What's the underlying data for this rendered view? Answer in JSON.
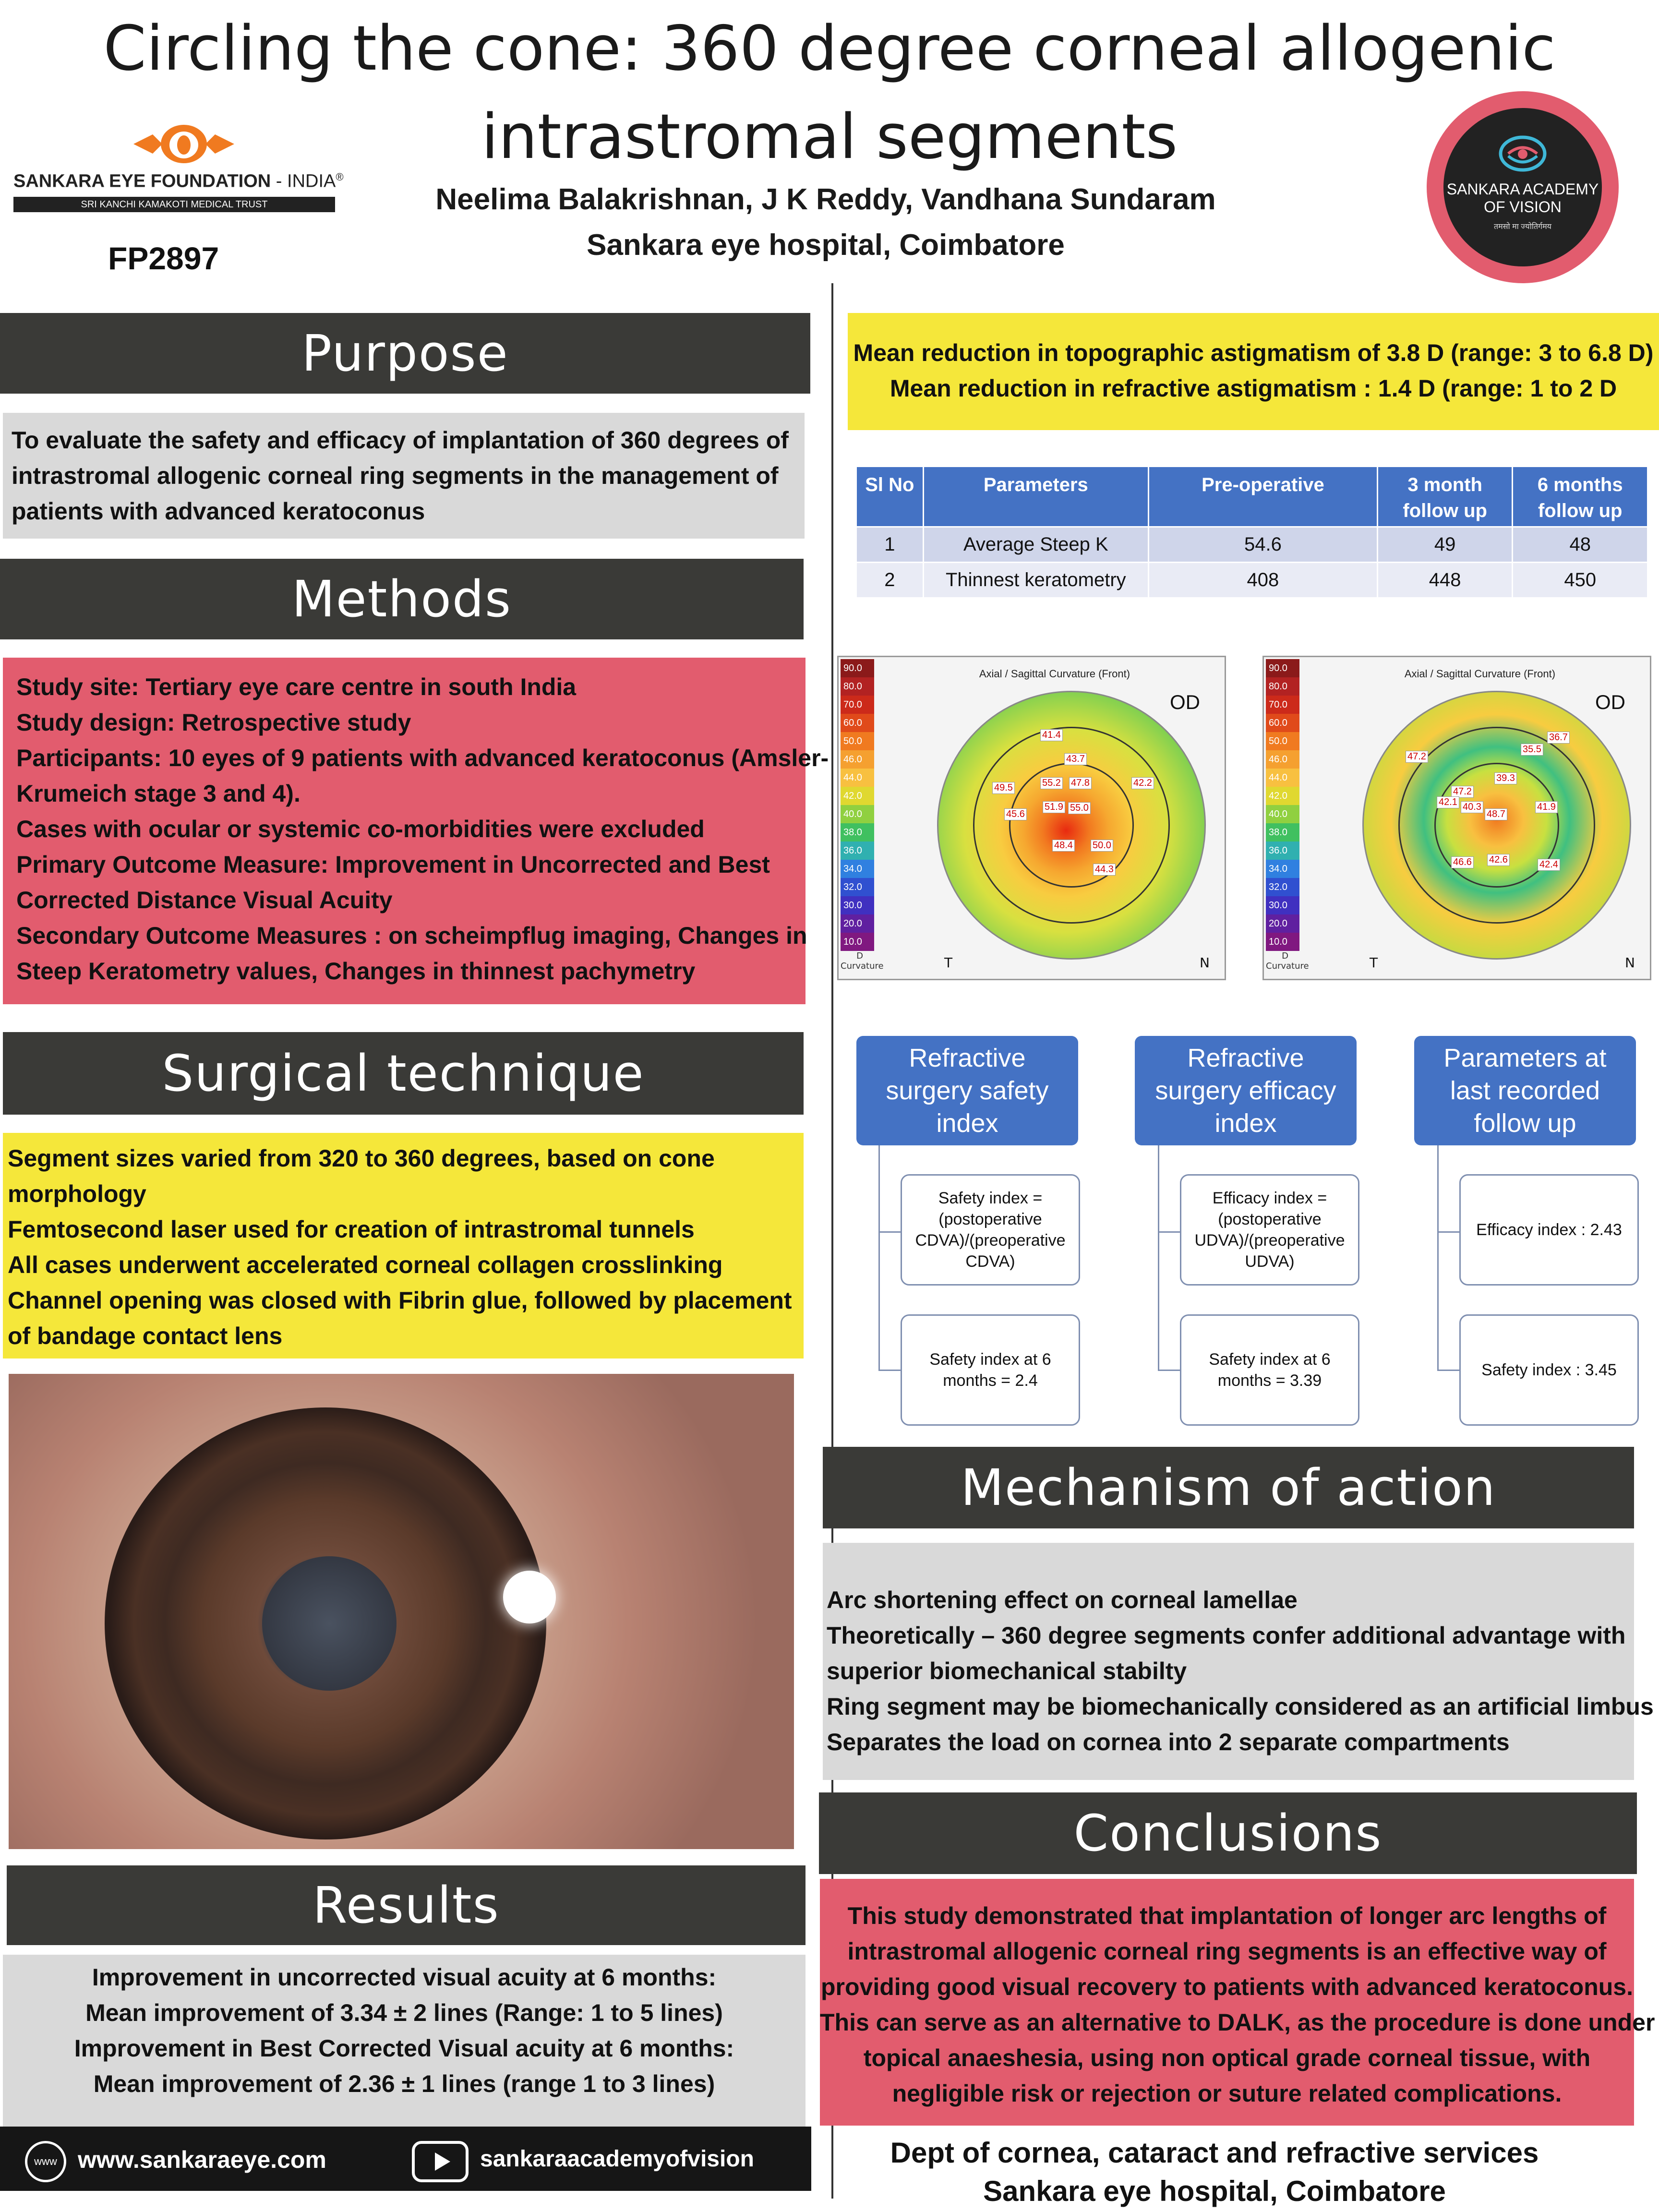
{
  "header": {
    "title_line1": "Circling the cone: 360 degree corneal allogenic",
    "title_line2": "intrastromal segments",
    "authors": "Neelima Balakrishnan, J K Reddy, Vandhana Sundaram",
    "affiliation": "Sankara eye hospital, Coimbatore",
    "logo_left_name": "SANKARA EYE FOUNDATION",
    "logo_left_country": "- INDIA",
    "logo_left_reg": "®",
    "logo_left_trust": "SRI KANCHI KAMAKOTI MEDICAL TRUST",
    "poster_code": "FP2897",
    "logo_right_line1": "SANKARA ACADEMY",
    "logo_right_line2": "OF VISION",
    "logo_right_tagline": "तमसो मा ज्योतिर्गमय"
  },
  "purpose": {
    "heading": "Purpose",
    "lines": [
      "To evaluate the safety and efficacy of implantation of 360 degrees of",
      "intrastromal allogenic corneal ring segments in the management of",
      "patients with advanced keratoconus"
    ]
  },
  "methods": {
    "heading": "Methods",
    "lines": [
      "Study site: Tertiary eye care centre in south India",
      "Study design: Retrospective study",
      "Participants: 10 eyes of 9 patients with advanced keratoconus (Amsler-",
      "Krumeich stage 3 and 4).",
      "Cases with ocular or systemic co-morbidities were excluded",
      "Primary Outcome Measure: Improvement in Uncorrected and Best",
      "Corrected Distance Visual Acuity",
      "Secondary Outcome Measures : on scheimpflug imaging, Changes in",
      "Steep Keratometry values, Changes in thinnest pachymetry"
    ]
  },
  "surgical": {
    "heading": "Surgical technique",
    "lines": [
      "Segment sizes varied from 320 to 360 degrees, based on cone",
      "morphology",
      "Femtosecond laser used for creation of intrastromal tunnels",
      "All cases underwent accelerated corneal collagen crosslinking",
      "Channel opening was closed with Fibrin glue, followed by placement",
      "of bandage contact lens"
    ]
  },
  "results": {
    "heading": "Results",
    "lines": [
      "Improvement in uncorrected visual acuity at 6 months:",
      "Mean improvement of 3.34 ± 2 lines (Range: 1 to 5 lines)",
      "Improvement in Best Corrected Visual acuity at 6 months:",
      "Mean improvement of 2.36 ± 1 lines (range 1 to 3 lines)"
    ]
  },
  "footer": {
    "www_label": "www",
    "website": "www.sankaraeye.com",
    "channel": "sankaraacademyofvision",
    "dept": "Dept of cornea, cataract and refractive services",
    "hospital": "Sankara eye hospital, Coimbatore"
  },
  "astig": {
    "line1": "Mean reduction in topographic astigmatism of 3.8 D (range: 3 to 6.8 D)",
    "line2": "Mean reduction in refractive astigmatism : 1.4 D (range: 1 to 2 D"
  },
  "table": {
    "headers": [
      "Sl No",
      "Parameters",
      "Pre-operative",
      "3 month follow up",
      "6 months follow up"
    ],
    "rows": [
      [
        "1",
        "Average Steep K",
        "54.6",
        "49",
        "48"
      ],
      [
        "2",
        "Thinnest keratometry",
        "408",
        "448",
        "450"
      ]
    ]
  },
  "topography": {
    "title": "Axial / Sagittal Curvature (Front)",
    "eye": "OD",
    "scale_values": [
      "90.0",
      "80.0",
      "70.0",
      "60.0",
      "50.0",
      "46.0",
      "44.0",
      "42.0",
      "40.0",
      "38.0",
      "36.0",
      "34.0",
      "32.0",
      "30.0",
      "20.0",
      "10.0"
    ],
    "scale_colors": [
      "#8b1a1a",
      "#b22222",
      "#cc2a1a",
      "#e04a1a",
      "#f07a20",
      "#f5a030",
      "#f8c040",
      "#f0e040",
      "#c0e040",
      "#60d060",
      "#30c0a0",
      "#3090e0",
      "#3050d0",
      "#4030c0",
      "#6020a0",
      "#801880"
    ],
    "scale_footer": "D",
    "scale_label": "Curvature",
    "axis_left": "T",
    "axis_right": "N",
    "left_map_values": [
      "41.4",
      "43.7",
      "55.2",
      "47.8",
      "49.5",
      "42.2",
      "51.9",
      "55.0",
      "45.6",
      "48.4",
      "50.0",
      "44.3"
    ],
    "right_map_values": [
      "36.7",
      "35.5",
      "47.2",
      "39.3",
      "47.2",
      "42.1",
      "40.3",
      "48.7",
      "41.9",
      "46.6",
      "42.6",
      "42.4"
    ]
  },
  "flow": {
    "col1_title": "Refractive surgery safety index",
    "col1_box1": "Safety index = (postoperative CDVA)/(preoperative CDVA)",
    "col1_box2": "Safety index at 6 months = 2.4",
    "col2_title": "Refractive surgery efficacy index",
    "col2_box1": "Efficacy index = (postoperative UDVA)/(preoperative UDVA)",
    "col2_box2": "Safety index at 6 months = 3.39",
    "col3_title": "Parameters at last recorded follow up",
    "col3_box1": "Efficacy index : 2.43",
    "col3_box2": "Safety index : 3.45"
  },
  "mechanism": {
    "heading": "Mechanism of action",
    "lines": [
      "Arc shortening effect on corneal lamellae",
      "Theoretically – 360 degree segments confer additional advantage with",
      "superior biomechanical stabilty",
      "Ring segment may be biomechanically considered as an artificial limbus",
      "Separates the load on cornea into 2 separate compartments"
    ]
  },
  "conclusions": {
    "heading": "Conclusions",
    "lines": [
      "This study demonstrated that implantation of longer arc lengths of",
      "intrastromal allogenic corneal ring segments is an effective way of",
      "providing good visual recovery to patients with advanced keratoconus.",
      "This can serve as an alternative to DALK, as the procedure is done under",
      "topical anaeshesia, using non optical grade corneal tissue, with",
      "negligible risk or rejection or suture related complications."
    ]
  },
  "colors": {
    "dark_header": "#3a3a37",
    "gray_box": "#d9d9d9",
    "pink_box": "#e25c6e",
    "yellow_box": "#f5e73a",
    "table_blue": "#4472c4",
    "orange_logo": "#f07a20"
  }
}
